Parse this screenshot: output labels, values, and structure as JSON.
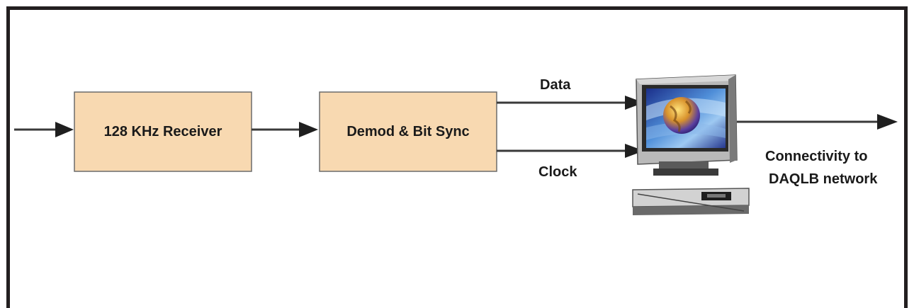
{
  "blocks": {
    "receiver": "128 KHz Receiver",
    "demod": "Demod & Bit Sync"
  },
  "signals": {
    "data": "Data",
    "clock": "Clock"
  },
  "output": {
    "line1": "Connectivity to",
    "line2": "DAQLB network"
  },
  "colors": {
    "block_fill": "#f8d9b1",
    "block_stroke": "#6b6b6b",
    "line": "#3a3a3a",
    "arrow": "#1f1f1f",
    "frame": "#231f20"
  },
  "icons": {
    "computer": "desktop-computer-icon"
  }
}
